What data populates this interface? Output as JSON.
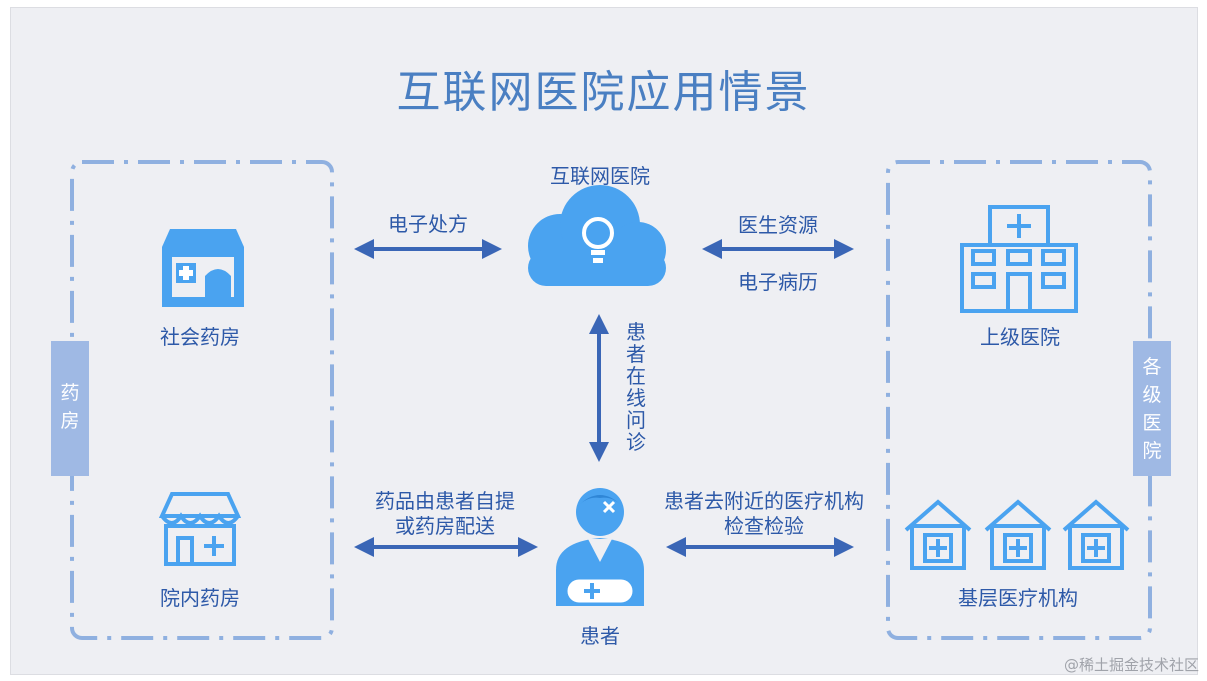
{
  "title": "互联网医院应用情景",
  "center": {
    "internet_hospital": "互联网医院",
    "patient": "患者",
    "online_consult": "患者在线问诊"
  },
  "left": {
    "group_label": "药房",
    "social_pharmacy": "社会药房",
    "hospital_pharmacy": "院内药房"
  },
  "right": {
    "group_label": "各级医院",
    "upper_hospital": "上级医院",
    "primary_institution": "基层医疗机构"
  },
  "edges": {
    "e_prescription": "电子处方",
    "doctor_resources": "医生资源",
    "e_medical_record": "电子病历",
    "drug_delivery_line1": "药品由患者自提",
    "drug_delivery_line2": "或药房配送",
    "nearby_check_line1": "患者去附近的医疗机构",
    "nearby_check_line2": "检查检验"
  },
  "colors": {
    "icon": "#4aa3f0",
    "text": "#2d59a8",
    "arrow": "#3a66b6",
    "dash": "#8fb0e0",
    "title": "#4a7fc2",
    "sidebar": "#9fb9e4"
  },
  "watermark": "@稀土掘金技术社区"
}
